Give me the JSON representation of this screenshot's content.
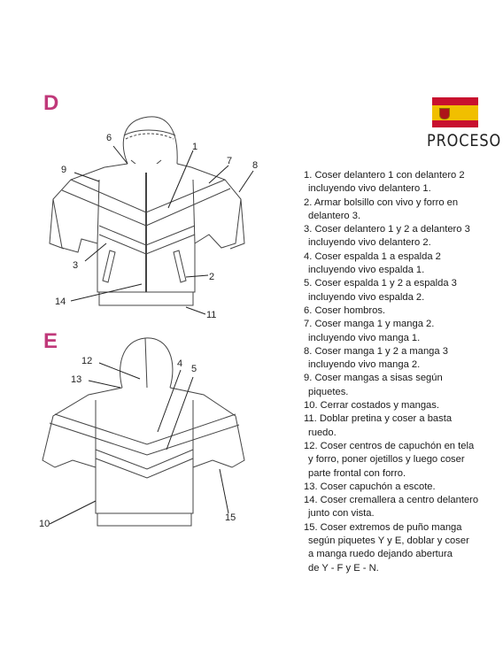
{
  "section_front": "D",
  "section_back": "E",
  "flag_icon": "spain-flag-icon",
  "title": "PROCESO",
  "front_labels": [
    "6",
    "1",
    "7",
    "8",
    "9",
    "3",
    "2",
    "14",
    "11"
  ],
  "back_labels": [
    "12",
    "4",
    "5",
    "13",
    "10",
    "15"
  ],
  "steps": [
    {
      "line1": "1. Coser delantero 1 con delantero 2",
      "rest": [
        "incluyendo vivo delantero 1."
      ]
    },
    {
      "line1": "2. Armar bolsillo con vivo y forro en",
      "rest": [
        "delantero 3."
      ]
    },
    {
      "line1": "3. Coser delantero 1 y 2 a delantero 3",
      "rest": [
        "incluyendo vivo delantero 2."
      ]
    },
    {
      "line1": "4. Coser espalda 1 a espalda 2",
      "rest": [
        "incluyendo vivo espalda 1."
      ]
    },
    {
      "line1": "5. Coser espalda 1 y 2 a espalda 3",
      "rest": [
        "incluyendo vivo espalda 2."
      ]
    },
    {
      "line1": "6. Coser hombros.",
      "rest": []
    },
    {
      "line1": "7. Coser manga 1 y manga 2.",
      "rest": [
        "incluyendo vivo manga 1."
      ]
    },
    {
      "line1": "8. Coser manga 1 y 2 a manga 3",
      "rest": [
        "incluyendo vivo manga 2."
      ]
    },
    {
      "line1": "9. Coser mangas a sisas según",
      "rest": [
        "piquetes."
      ]
    },
    {
      "line1": "10. Cerrar costados y mangas.",
      "rest": []
    },
    {
      "line1": "11. Doblar pretina y coser a basta",
      "rest": [
        "ruedo."
      ]
    },
    {
      "line1": "12. Coser centros de capuchón en tela",
      "rest": [
        "y forro, poner ojetillos y luego coser",
        "parte frontal con forro."
      ]
    },
    {
      "line1": "13. Coser capuchón a escote.",
      "rest": []
    },
    {
      "line1": "14. Coser cremallera a centro delantero",
      "rest": [
        "junto con vista."
      ]
    },
    {
      "line1": "15. Coser extremos de puño manga",
      "rest": [
        "según piquetes Y y E, doblar y coser",
        "a manga ruedo dejando abertura",
        "de Y - F y E - N."
      ]
    }
  ]
}
